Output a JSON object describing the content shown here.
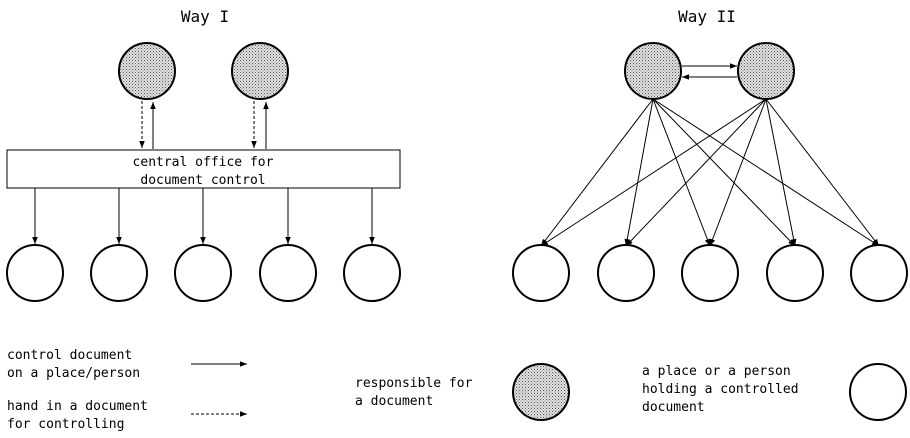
{
  "way1": {
    "title": "Way I",
    "office_line1": "central office for",
    "office_line2": "document control"
  },
  "way2": {
    "title": "Way II"
  },
  "legend": {
    "control_line1": "control document",
    "control_line2": "on a place/person",
    "handin_line1": "hand in a document",
    "handin_line2": "for controlling",
    "responsible_line1": "responsible for",
    "responsible_line2": "a document",
    "holder_line1": "a place or a person",
    "holder_line2": "holding a controlled",
    "holder_line3": "document"
  },
  "colors": {
    "responsible_fill": "shaded (dotted grey)",
    "holder_fill": "#ffffff",
    "stroke": "#000000"
  }
}
